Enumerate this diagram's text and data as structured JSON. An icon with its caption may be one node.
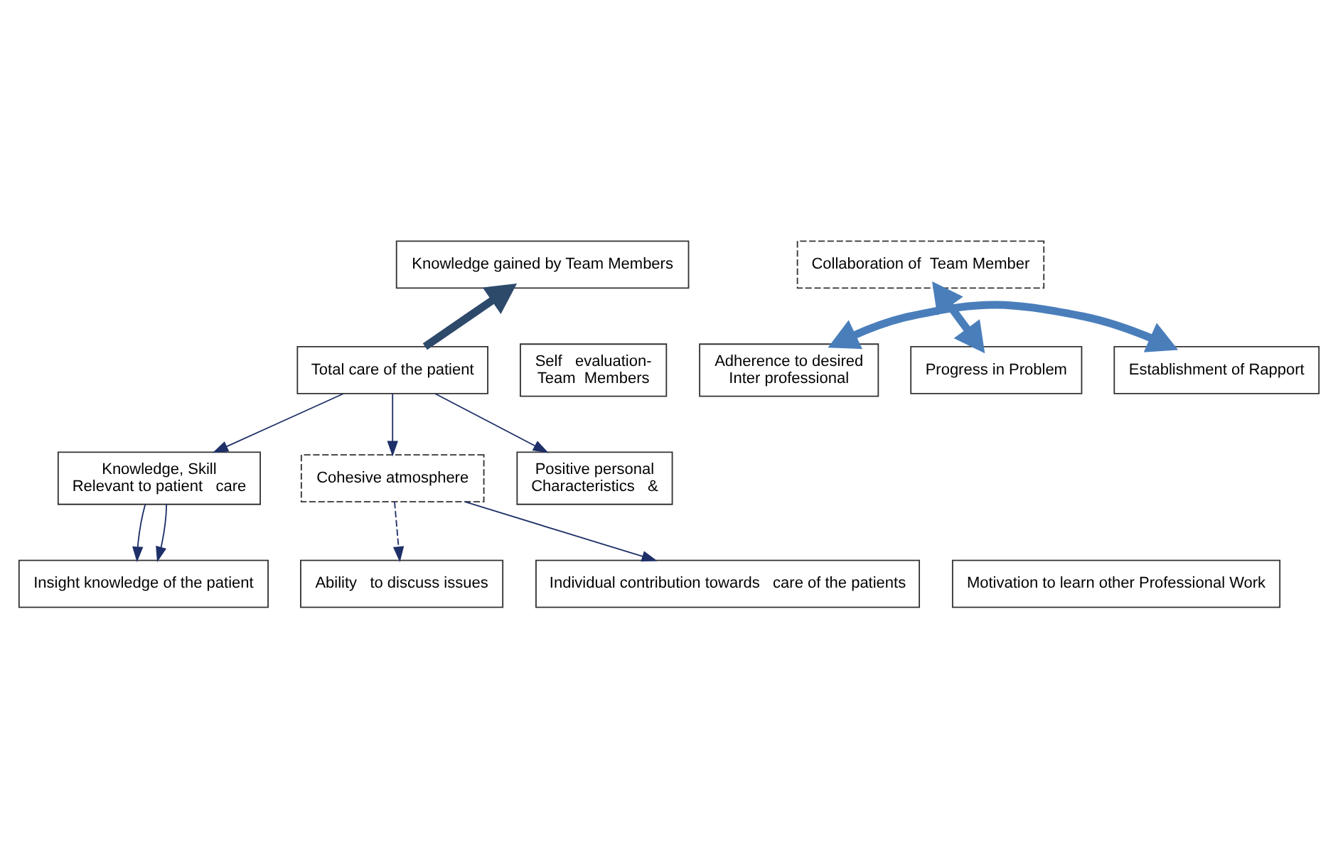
{
  "diagram": {
    "nodes": [
      {
        "text": [
          "Knowledge gained by Team Members"
        ]
      },
      {
        "text": [
          "Collaboration of  Team Member"
        ]
      },
      {
        "text": [
          "Total care of the patient"
        ]
      },
      {
        "text": [
          "Self   evaluation-",
          "Team  Members"
        ]
      },
      {
        "text": [
          "Adherence to desired",
          "Inter professional"
        ]
      },
      {
        "text": [
          "Progress in Problem"
        ]
      },
      {
        "text": [
          "Establishment of Rapport"
        ]
      },
      {
        "text": [
          "Knowledge, Skill",
          "Relevant to patient   care"
        ]
      },
      {
        "text": [
          "Cohesive atmosphere"
        ]
      },
      {
        "text": [
          "Positive personal",
          "Characteristics   &"
        ]
      },
      {
        "text": [
          "Insight knowledge of the patient"
        ]
      },
      {
        "text": [
          "Ability   to discuss issues"
        ]
      },
      {
        "text": [
          "Individual contribution towards   care of the patients"
        ]
      },
      {
        "text": [
          "Motivation to learn other Professional Work"
        ]
      }
    ],
    "edges": [
      {
        "from": 2,
        "to": 0,
        "arrow": "to",
        "style": "thick",
        "color": "#2e4a6b"
      },
      {
        "from": 4,
        "to": 6,
        "arrow": "both",
        "style": "thick",
        "color": "#4a7ebb"
      },
      {
        "from": 1,
        "to": 5,
        "arrow": "both",
        "style": "thick",
        "color": "#4a7ebb"
      },
      {
        "from": 2,
        "to": 7,
        "arrow": "to"
      },
      {
        "from": 2,
        "to": 8,
        "arrow": "to"
      },
      {
        "from": 2,
        "to": 9,
        "arrow": "to"
      },
      {
        "from": 7,
        "to": 10,
        "arrow": "to"
      },
      {
        "from": 7,
        "to": 10,
        "arrow": "to"
      },
      {
        "from": 8,
        "to": 11,
        "arrow": "to",
        "style": "dashed"
      },
      {
        "from": 8,
        "to": 12,
        "arrow": "to"
      }
    ]
  }
}
